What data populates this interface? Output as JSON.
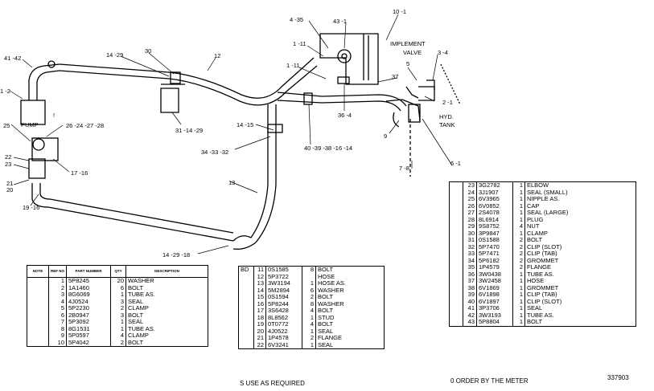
{
  "callouts": {
    "c41_42": "41 -42",
    "c1_2": "1 -2",
    "c14_29a": "14 -29",
    "c30": "30",
    "c12": "12",
    "c4_35": "4 -35",
    "c43_1": "43 -1",
    "c10_1": "10 -1",
    "c1_11a": "1 -11",
    "c1_11b": "1 -11",
    "c5": "5",
    "c3_4": "3 -4",
    "c37": "37",
    "c2_1": "2 -1",
    "c36_4": "36 -4",
    "c31_14_29": "31 -14 -29",
    "c14_15": "14 -15",
    "c34_33_32": "34 -33 -32",
    "c40_39": "40 -39 -38 -16 -14",
    "c9": "9",
    "c7_8": "7 -8",
    "c6_1": "6 -1",
    "c13": "13",
    "c14_29_18": "14 -29 -18",
    "c25": "25",
    "c26_28": "26 -24 -27 -28",
    "c22": "22",
    "c23": "23",
    "c21": "21",
    "c20": "20",
    "c19_16": "19 -16",
    "c17_16": "17 -16",
    "pump": "PUMP",
    "implement_valve_1": "IMPLEMENT",
    "implement_valve_2": "VALVE",
    "hyd_tank_1": "HYD.",
    "hyd_tank_2": "TANK",
    "excl": "!"
  },
  "table1": {
    "headers": [
      "NOTE",
      "REF NO",
      "PART NUMBER",
      "QTY",
      "DESCRIPTION"
    ],
    "rows": [
      [
        "",
        "1",
        "5P8245",
        "20",
        "WASHER"
      ],
      [
        "",
        "2",
        "1A1460",
        "6",
        "BOLT"
      ],
      [
        "",
        "3",
        "8G6069",
        "1",
        "TUBE AS."
      ],
      [
        "",
        "4",
        "4J0524",
        "3",
        "SEAL"
      ],
      [
        "",
        "5",
        "5P2230",
        "2",
        "CLAMP"
      ],
      [
        "",
        "6",
        "2B0947",
        "3",
        "BOLT"
      ],
      [
        "",
        "7",
        "5P3092",
        "1",
        "SEAL"
      ],
      [
        "",
        "8",
        "8G1531",
        "1",
        "TUBE AS."
      ],
      [
        "",
        "9",
        "5P0597",
        "4",
        "CLAMP"
      ],
      [
        "",
        "10",
        "5P4042",
        "2",
        "BOLT"
      ]
    ]
  },
  "table2": {
    "rows": [
      [
        "BD",
        "11",
        "0S1585",
        "8",
        "BOLT"
      ],
      [
        "",
        "12",
        "5P3722",
        "",
        "HOSE"
      ],
      [
        "",
        "13",
        "3W3194",
        "1",
        "HOSE AS."
      ],
      [
        "",
        "14",
        "5M2894",
        "6",
        "WASHER"
      ],
      [
        "",
        "15",
        "0S1594",
        "2",
        "BOLT"
      ],
      [
        "",
        "16",
        "5P8244",
        "8",
        "WASHER"
      ],
      [
        "",
        "17",
        "3S6428",
        "4",
        "BOLT"
      ],
      [
        "",
        "18",
        "8L8562",
        "1",
        "STUD"
      ],
      [
        "",
        "19",
        "0T0772",
        "4",
        "BOLT"
      ],
      [
        "",
        "20",
        "4J0522",
        "1",
        "SEAL"
      ],
      [
        "",
        "21",
        "1P4578",
        "2",
        "FLANGE"
      ],
      [
        "",
        "22",
        "6V3241",
        "1",
        "SEAL"
      ]
    ]
  },
  "table3": {
    "rows": [
      [
        "",
        "23",
        "3G2782",
        "1",
        "ELBOW"
      ],
      [
        "",
        "24",
        "3J1907",
        "1",
        "SEAL (SMALL)"
      ],
      [
        "",
        "25",
        "6V3965",
        "1",
        "NIPPLE AS."
      ],
      [
        "",
        "26",
        "6V0852",
        "1",
        "CAP"
      ],
      [
        "",
        "27",
        "2S4078",
        "1",
        "SEAL (LARGE)"
      ],
      [
        "",
        "28",
        "8L6914",
        "1",
        "PLUG"
      ],
      [
        "",
        "29",
        "9S8752",
        "4",
        "NUT"
      ],
      [
        "",
        "30",
        "3P9847",
        "1",
        "CLAMP"
      ],
      [
        "",
        "31",
        "0S1588",
        "2",
        "BOLT"
      ],
      [
        "",
        "32",
        "5P7470",
        "2",
        "CLIP (SLOT)"
      ],
      [
        "",
        "33",
        "5P7471",
        "2",
        "CLIP (TAB)"
      ],
      [
        "",
        "34",
        "5P6182",
        "2",
        "GROMMET"
      ],
      [
        "",
        "35",
        "1P4579",
        "2",
        "FLANGE"
      ],
      [
        "",
        "36",
        "3W0438",
        "1",
        "TUBE AS."
      ],
      [
        "",
        "37",
        "3W2458",
        "1",
        "HOSE"
      ],
      [
        "",
        "38",
        "6V1869",
        "1",
        "GROMMET"
      ],
      [
        "",
        "39",
        "6V1898",
        "1",
        "CLIP (TAB)"
      ],
      [
        "",
        "40",
        "6V1897",
        "1",
        "CLIP (SLOT)"
      ],
      [
        "",
        "41",
        "3P3706",
        "1",
        "SEAL"
      ],
      [
        "",
        "42",
        "3W3193",
        "1",
        "TUBE AS."
      ],
      [
        "",
        "43",
        "5P8804",
        "1",
        "BOLT"
      ]
    ]
  },
  "notes": {
    "use_as_required": "S   USE AS REQUIRED",
    "order_by_meter": "0   ORDER BY THE METER",
    "drawing_number": "337903"
  }
}
